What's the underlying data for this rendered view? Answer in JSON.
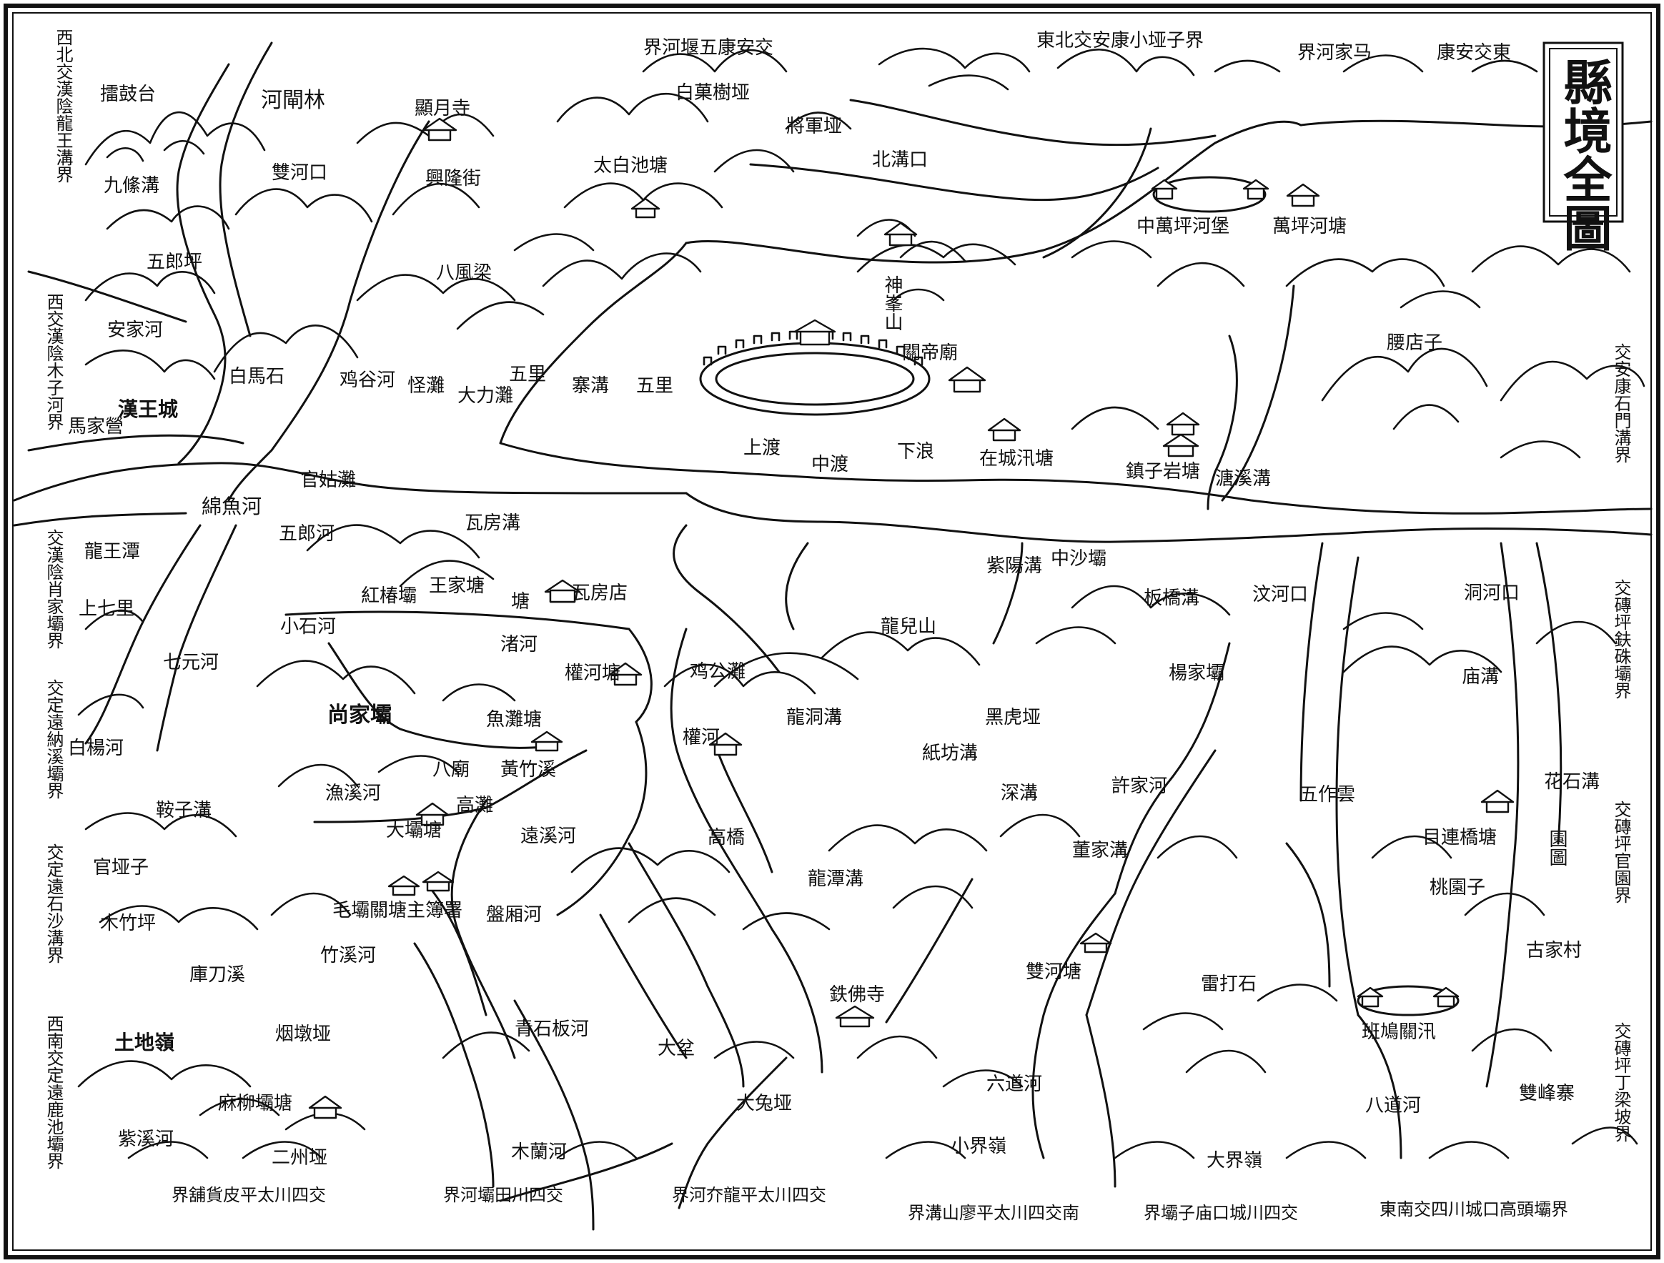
{
  "map": {
    "title": "縣境全圖",
    "places": {
      "top_border_1": "界河堰五康安交",
      "top_border_2": "東北交安康小垭子界",
      "top_border_3": "界河家马",
      "top_border_4": "康安交東",
      "linguanhe": "河閘林",
      "xianyuesi": "顯月寺",
      "baishu": "白菓樹垭",
      "jiangjunya": "將軍垭",
      "beigoukou": "北溝口",
      "taibaichi": "太白池塘",
      "xinglongjie": "興隆街",
      "shuanghekou": "雙河口",
      "jiuxigou": "九絛溝",
      "lougutai": "擂鼓台",
      "wulangping": "五郎坪",
      "anjiahe": "安家河",
      "baimashi": "白馬石",
      "hanwangcheng": "漢王城",
      "majiaying": "馬家營",
      "bafengliang": "八風梁",
      "shennongshan": "神峯山",
      "guandimiao": "關帝廟",
      "wanpinghe": "萬坪河塘",
      "zhongwanping": "中萬坪河堡",
      "yudianzi": "腰店子",
      "tangxi": "溏溪溝",
      "jiezhai": "寨溝",
      "wulicol1": "五里",
      "wuli2": "五里",
      "daliting": "大力灘",
      "guaitan": "怪灘",
      "yahe": "鸡谷河",
      "shangdu": "上渡",
      "zhongdu": "中渡",
      "xialang": "下浪",
      "renchengxun": "在城汛塘",
      "zhenzi": "鎮子岩塘",
      "guangutan": "官姑灘",
      "mianyuhe": "綿魚河",
      "wulanghe": "五郎河",
      "wafanggou": "瓦房溝",
      "longwangtan": "龍王潭",
      "shangqili": "上七里",
      "hongchunba": "紅椿壩",
      "wangjiatang": "王家塘",
      "wafangdian": "瓦房店",
      "tang_small": "塘",
      "qiyuanhe": "七元河",
      "xiaoshihe": "小石河",
      "zhuhe": "渚河",
      "guanhetang": "權河塘",
      "shangjiaba": "尚家壩",
      "baiyanghe": "白楊河",
      "yutan": "魚灘塘",
      "miaoba": "八廟",
      "huanghuangxi": "黃竹溪",
      "gaotan": "高灘",
      "yuxihe": "漁溪河",
      "anzigou": "鞍子溝",
      "dabatang": "大壩塘",
      "guanyazi": "官垭子",
      "maoba": "毛壩關塘主簿署",
      "muzhuping": "木竹坪",
      "zhuxihe": "竹溪河",
      "kudaoxi": "庫刀溪",
      "yandunya": "烟墩垭",
      "tudiling": "土地嶺",
      "majiaba": "麻柳壩塘",
      "zixihe": "紫溪河",
      "erzhouya": "二州垭",
      "zhongshaba": "中沙壩",
      "ziyanggou": "紫陽溝",
      "banqiaogou": "板橋溝",
      "tianhekou": "汶河口",
      "yangjiaba": "楊家壩",
      "longershan": "龍兒山",
      "jigongtan": "鸡公灘",
      "longdonggou": "龍洞溝",
      "heihuya": "黑虎垭",
      "zhifanggou": "紙坊溝",
      "quanhe": "權河",
      "shengou": "深溝",
      "xujiahe": "許家河",
      "dongjiagou": "董家溝",
      "yuzhoufu": "五作雲",
      "lianqiaotang": "目連橋塘",
      "dongkou": "洞河口",
      "miaogou": "庙溝",
      "huashigou": "花石溝",
      "yuantu": "園圖",
      "taoyuanzi": "桃園子",
      "yuanxihe": "遠溪河",
      "gaoqiao": "高橋",
      "longtangou": "龍潭溝",
      "yingchanghe": "盤厢河",
      "tiefosi": "鉄佛寺",
      "shuanghetang": "雙河塘",
      "leidashi": "雷打石",
      "gujiacun": "古家村",
      "dandun": "大坌",
      "qingshibanhe": "青石板河",
      "dagouya": "大兔垭",
      "liudaohe": "六道河",
      "badaohe": "八道河",
      "shuangfengzhai": "雙峰寨",
      "xiaojieling": "小界嶺",
      "dajieling": "大界嶺",
      "mulanhe": "木蘭河",
      "banqiaoxun": "班鳩關汛",
      "bottom_1": "界舖貨皮平太川四交",
      "bottom_2": "界河壩田川四交",
      "bottom_3": "界河夰龍平太川四交",
      "bottom_4": "界溝山廖平太川四交南",
      "bottom_5": "界壩子庙口城川四交",
      "bottom_6": "東南交四川城口高頭壩界",
      "left_1": "西北交漢陰龍王溝界",
      "left_2": "西交漢陰木子河界",
      "left_3": "交漢陰肖家壩界",
      "left_4": "交定遠納溪壩界",
      "left_5": "交定遠石沙溝界",
      "left_6": "西南交定遠鹿池壩界",
      "right_1": "交安康石門溝界",
      "right_2": "交磚坪鈇硃壩界",
      "right_3": "交磚坪官園界",
      "right_4": "交磚坪丁梁坡界"
    }
  }
}
